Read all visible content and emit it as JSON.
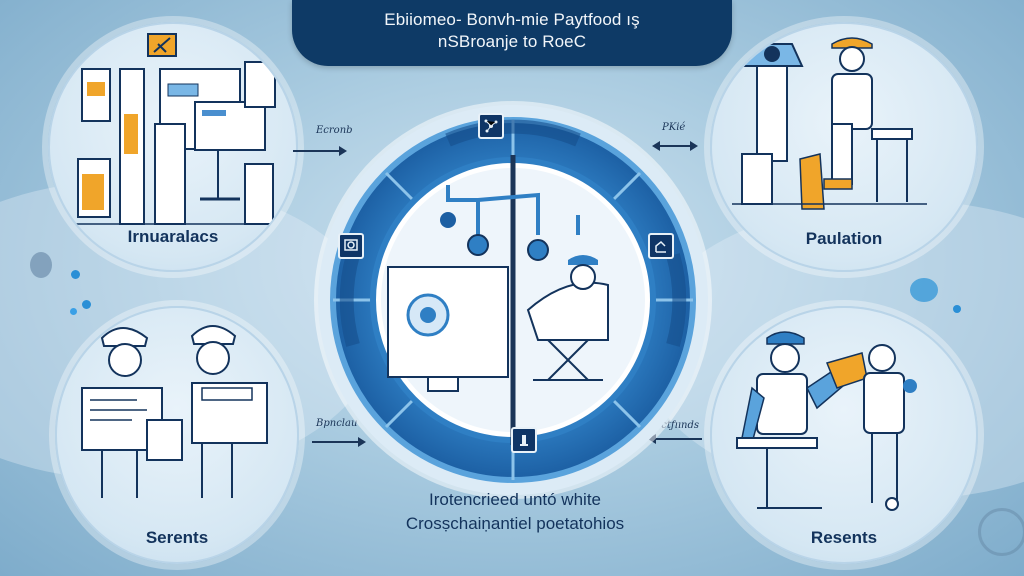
{
  "title": {
    "line1": "Ebiiomeo‐ Bonvh-mie Paytfood ış",
    "line2": "nSBroanje to RoeC"
  },
  "panels": {
    "top_left": {
      "label": "Irnuaralacs",
      "icon": "lab-equipment-illustration"
    },
    "top_right": {
      "label": "Paulation",
      "icon": "worker-at-machine-illustration"
    },
    "bottom_left": {
      "label": "Serents",
      "icon": "two-students-at-desks-illustration"
    },
    "bottom_right": {
      "label": "Resents",
      "icon": "two-people-seated-illustration"
    }
  },
  "connectors": {
    "top_left": {
      "note": "Ecronb",
      "direction": "right"
    },
    "top_right": {
      "note": "PKié",
      "direction": "both"
    },
    "bottom_left": {
      "note": "Bpnclau",
      "direction": "right"
    },
    "bottom_right": {
      "note": "Ectƒıınds",
      "direction": "left"
    }
  },
  "center": {
    "ring_icons": [
      "network-icon",
      "monitor-icon",
      "robot-arm-icon",
      "tower-icon"
    ],
    "illustration": "balance-scale-with-machine-and-person"
  },
  "caption": {
    "line1": "Irotencrieed untó white",
    "line2": "Crosṣchaiṇantiel poetatohios"
  },
  "colors": {
    "banner": "#0e3a66",
    "ring_dark": "#1c5fa3",
    "ring_mid": "#2f7fc4",
    "ring_light": "#5aa3dc",
    "accent_orange": "#f0a52a",
    "text_navy": "#13335c",
    "background": "#a9cbe0"
  }
}
